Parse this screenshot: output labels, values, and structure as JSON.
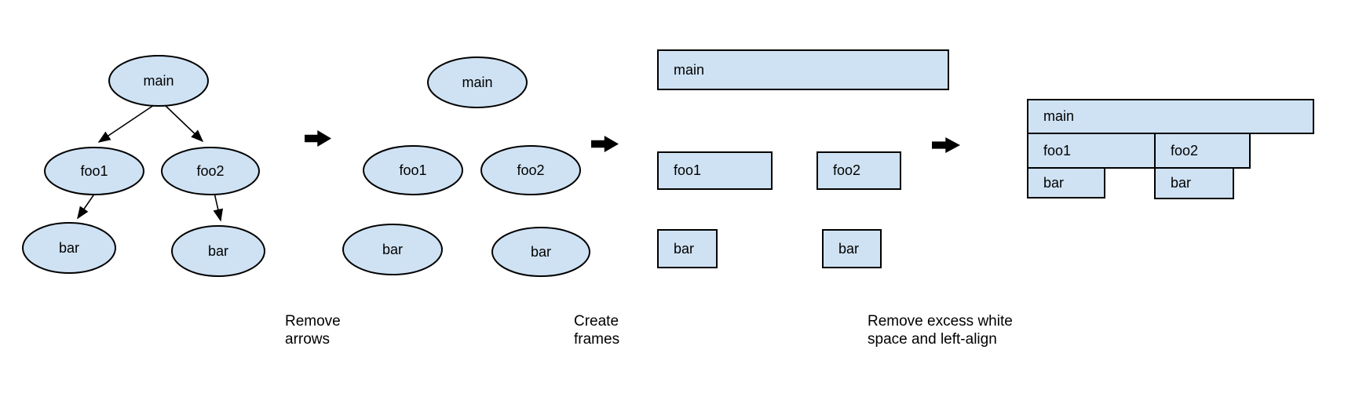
{
  "colors": {
    "node_fill": "#cfe2f3",
    "node_stroke": "#000000",
    "arrow_color": "#000000",
    "background": "#ffffff",
    "text_color": "#000000"
  },
  "panels": {
    "call_tree": {
      "description": "call tree with arrows",
      "nodes": {
        "main": "main",
        "foo1": "foo1",
        "foo2": "foo2",
        "bar_left": "bar",
        "bar_right": "bar"
      }
    },
    "no_arrows": {
      "description": "nodes with arrows removed",
      "nodes": {
        "main": "main",
        "foo1": "foo1",
        "foo2": "foo2",
        "bar_left": "bar",
        "bar_right": "bar"
      }
    },
    "frames": {
      "description": "nodes converted to rectangular frames",
      "nodes": {
        "main": "main",
        "foo1": "foo1",
        "foo2": "foo2",
        "bar_left": "bar",
        "bar_right": "bar"
      }
    },
    "flame_graph": {
      "description": "compacted left-aligned flame graph",
      "nodes": {
        "main": "main",
        "foo1": "foo1",
        "foo2": "foo2",
        "bar_left": "bar",
        "bar_right": "bar"
      }
    }
  },
  "captions": {
    "remove_arrows": {
      "line1": "Remove",
      "line2": "arrows"
    },
    "create_frames": {
      "line1": "Create",
      "line2": "frames"
    },
    "left_align": {
      "line1": "Remove excess white",
      "line2": "space and left-align"
    }
  }
}
